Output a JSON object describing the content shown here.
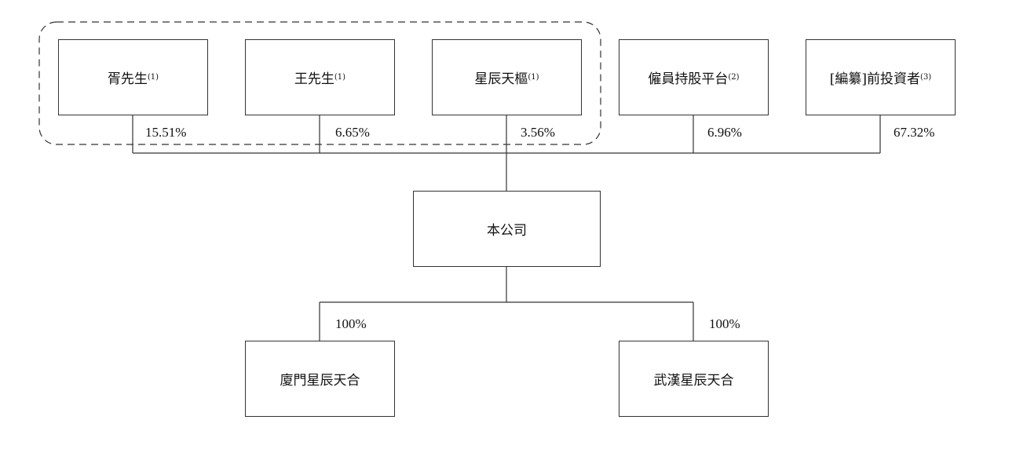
{
  "shareholders": [
    {
      "name": "胥先生",
      "note": "(1)",
      "pct": "15.51%"
    },
    {
      "name": "王先生",
      "note": "(1)",
      "pct": "6.65%"
    },
    {
      "name": "星辰天樞",
      "note": "(1)",
      "pct": "3.56%"
    },
    {
      "name": "僱員持股平台",
      "note": "(2)",
      "pct": "6.96%"
    },
    {
      "name": "[編纂]前投資者",
      "note": "(3)",
      "pct": "67.32%"
    }
  ],
  "company": {
    "name": "本公司"
  },
  "subsidiaries": [
    {
      "name": "廈門星辰天合",
      "pct": "100%"
    },
    {
      "name": "武漢星辰天合",
      "pct": "100%"
    }
  ]
}
